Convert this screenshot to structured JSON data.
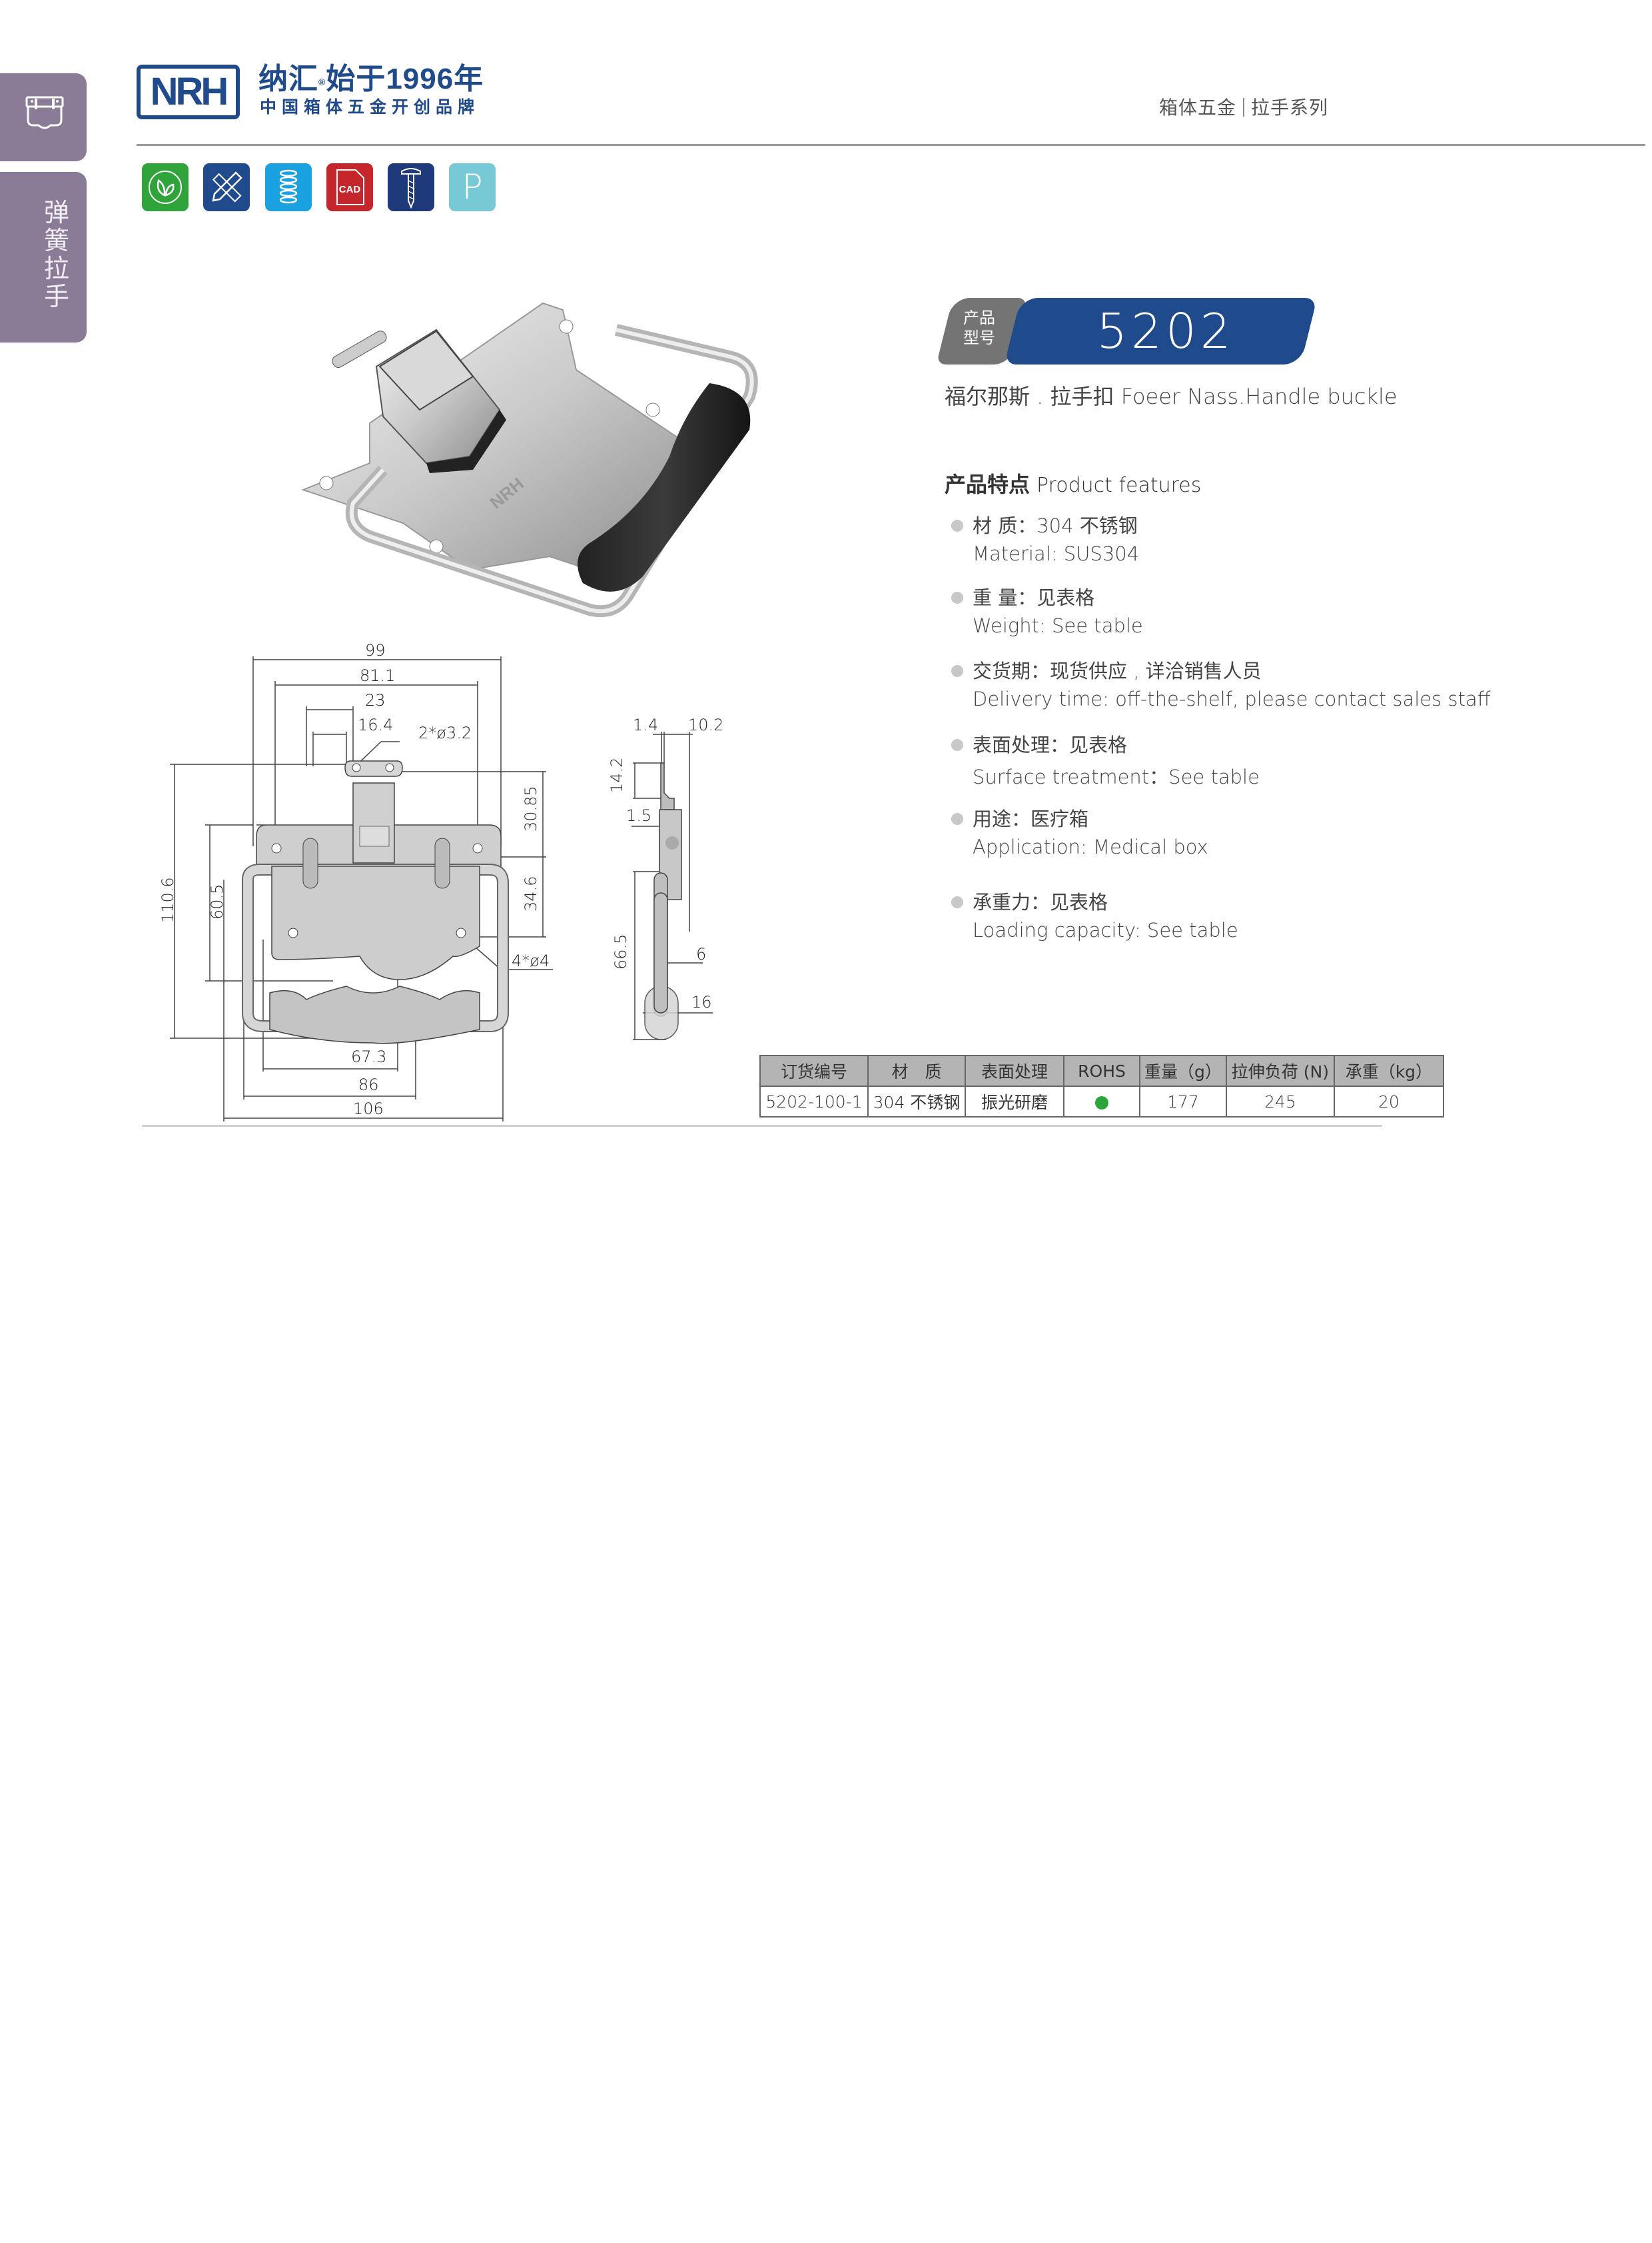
{
  "sidebar": {
    "top_tab_icon": "handle-icon",
    "category_chars": [
      "弹",
      "簧",
      "拉",
      "手"
    ],
    "category_label": "弹簧拉手",
    "color": "#8a7b96"
  },
  "header": {
    "logo_mark": "NRH",
    "brand_line1": "纳汇",
    "registered": "®",
    "brand_line1_suffix": "始于1996年",
    "brand_line2": "中国箱体五金开创品牌",
    "breadcrumb_left": "箱体五金",
    "breadcrumb_right": "拉手系列",
    "brand_color": "#1f4a8c"
  },
  "icon_row": [
    {
      "name": "eco-leaf-icon",
      "color": "#2ea43b"
    },
    {
      "name": "design-tools-icon",
      "color": "#1f4a8c"
    },
    {
      "name": "spring-icon",
      "color": "#1aa1e2"
    },
    {
      "name": "cad-file-icon",
      "color": "#c4262b",
      "label": "CAD"
    },
    {
      "name": "screw-icon",
      "color": "#1e3a7a"
    },
    {
      "name": "parking-p-icon",
      "color": "#78c9d6",
      "label": "P"
    }
  ],
  "product": {
    "badge_label_line1": "产品",
    "badge_label_line2": "型号",
    "model": "5202",
    "subtitle": "福尔那斯 . 拉手扣  Foeer Nass.Handle buckle"
  },
  "features": {
    "title_cn": "产品特点",
    "title_en": "Product features",
    "items": [
      {
        "cn": "材   质：304 不锈钢",
        "en": "Material: SUS304"
      },
      {
        "cn": "重   量：见表格",
        "en": " Weight: See table"
      },
      {
        "cn": "交货期：现货供应 , 详洽销售人员",
        "en": "Delivery time: off-the-shelf, please contact sales staff"
      },
      {
        "cn": "表面处理：见表格",
        "en": "Surface treatment：See table"
      },
      {
        "cn": "用途：医疗箱",
        "en": "Application: Medical box"
      },
      {
        "cn": "承重力：见表格",
        "en": "Loading capacity: See table"
      }
    ]
  },
  "drawing": {
    "front": {
      "w99": "99",
      "w81": "81.1",
      "w23": "23",
      "w16": "16.4",
      "hole_top": "2*ø3.2",
      "h30": "30.85",
      "h34": "34.6",
      "hole_bot": "4*ø4",
      "h110": "110.6",
      "h60": "60.5",
      "w67": "67.3",
      "w86": "86",
      "w106": "106"
    },
    "side": {
      "t14": "1.4",
      "t102": "10.2",
      "h142": "14.2",
      "t15": "1.5",
      "h665": "66.5",
      "d6": "6",
      "d16": "16"
    }
  },
  "table": {
    "headers": [
      "订货编号",
      "材　质",
      "表面处理",
      "ROHS",
      "重量（g）",
      "拉伸负荷 (N)",
      "承重（kg）"
    ],
    "rows": [
      {
        "code": "5202-100-1",
        "material": "304 不锈钢",
        "finish": "振光研磨",
        "rohs": "green-dot",
        "weight": "177",
        "tensile": "245",
        "load": "20"
      }
    ],
    "rohs_color": "#2aa538"
  }
}
